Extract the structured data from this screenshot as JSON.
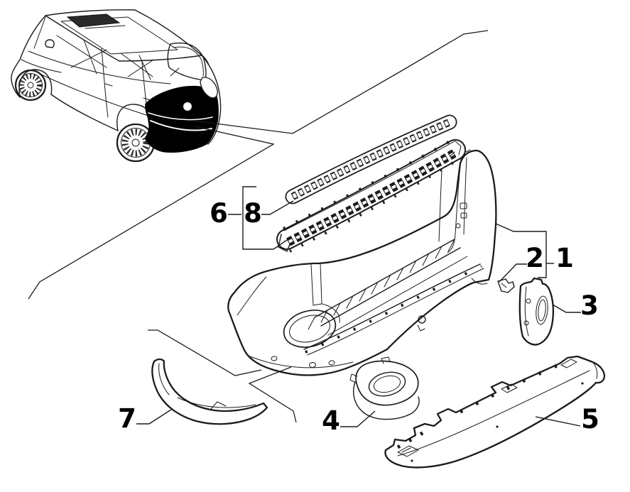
{
  "figure": {
    "background": "#ffffff",
    "line_color": "#1b1b1b",
    "highlight_color": "#000000"
  },
  "callouts": {
    "c1": {
      "label": "1"
    },
    "c2": {
      "label": "2"
    },
    "c3": {
      "label": "3"
    },
    "c4": {
      "label": "4"
    },
    "c5": {
      "label": "5"
    },
    "c6": {
      "label": "6"
    },
    "c7": {
      "label": "7"
    },
    "c8": {
      "label": "8"
    }
  }
}
